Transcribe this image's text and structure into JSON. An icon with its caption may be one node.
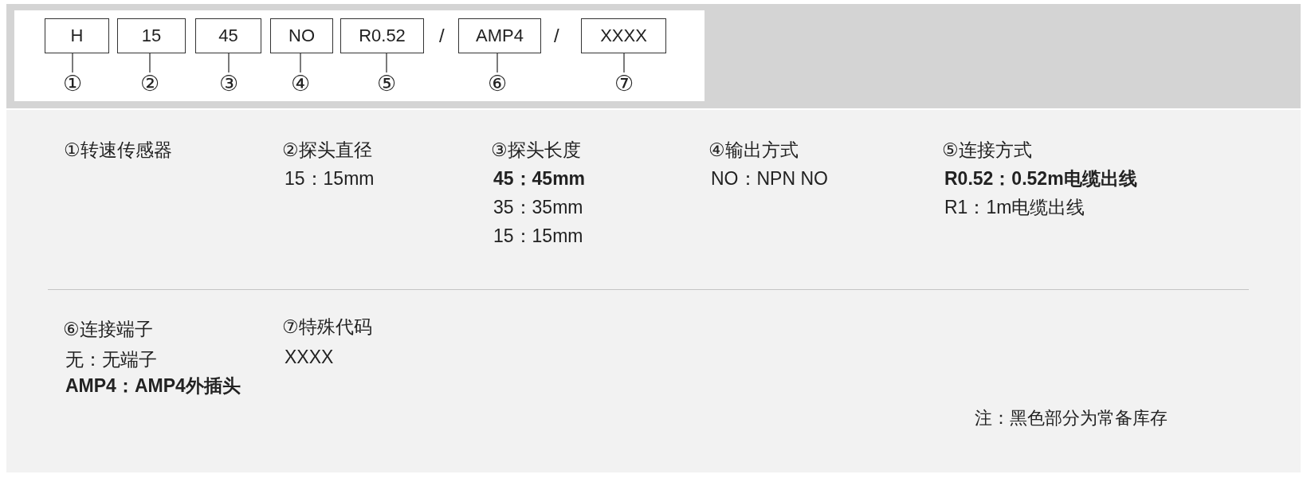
{
  "diagram": {
    "nodes": [
      {
        "text": [
          "H"
        ]
      },
      {
        "text": [
          "15"
        ]
      },
      {
        "text": [
          "45"
        ]
      },
      {
        "text": [
          "NO"
        ]
      },
      {
        "text": [
          "R0.52"
        ]
      },
      {
        "text": [
          "AMP4"
        ]
      },
      {
        "text": [
          "XXXX"
        ]
      },
      {
        "text": [
          "①"
        ]
      },
      {
        "text": [
          "②"
        ]
      },
      {
        "text": [
          "③"
        ]
      },
      {
        "text": [
          "④"
        ]
      },
      {
        "text": [
          "⑤"
        ]
      },
      {
        "text": [
          "⑥"
        ]
      },
      {
        "text": [
          "⑦"
        ]
      }
    ],
    "edges": [
      {
        "from": 0,
        "to": 7,
        "arrow": "none"
      },
      {
        "from": 1,
        "to": 8,
        "arrow": "none"
      },
      {
        "from": 2,
        "to": 9,
        "arrow": "none"
      },
      {
        "from": 3,
        "to": 10,
        "arrow": "none"
      },
      {
        "from": 4,
        "to": 11,
        "arrow": "none"
      },
      {
        "from": 5,
        "to": 12,
        "arrow": "none"
      },
      {
        "from": 6,
        "to": 13,
        "arrow": "none"
      }
    ],
    "labels": [
      "/",
      "/",
      "①转速传感器",
      "②探头直径",
      "15：15mm",
      "③探头长度",
      "45：45mm",
      "35：35mm",
      "15：15mm",
      "④输出方式",
      "NO：NPN NO",
      "⑤连接方式",
      "R0.52：0.52m电缆出线",
      "R1：1m电缆出线",
      "⑥连接端子",
      "无：无端子",
      "AMP4：AMP4外插头",
      "⑦特殊代码",
      "XXXX",
      "注：黑色部分为常备库存"
    ]
  }
}
